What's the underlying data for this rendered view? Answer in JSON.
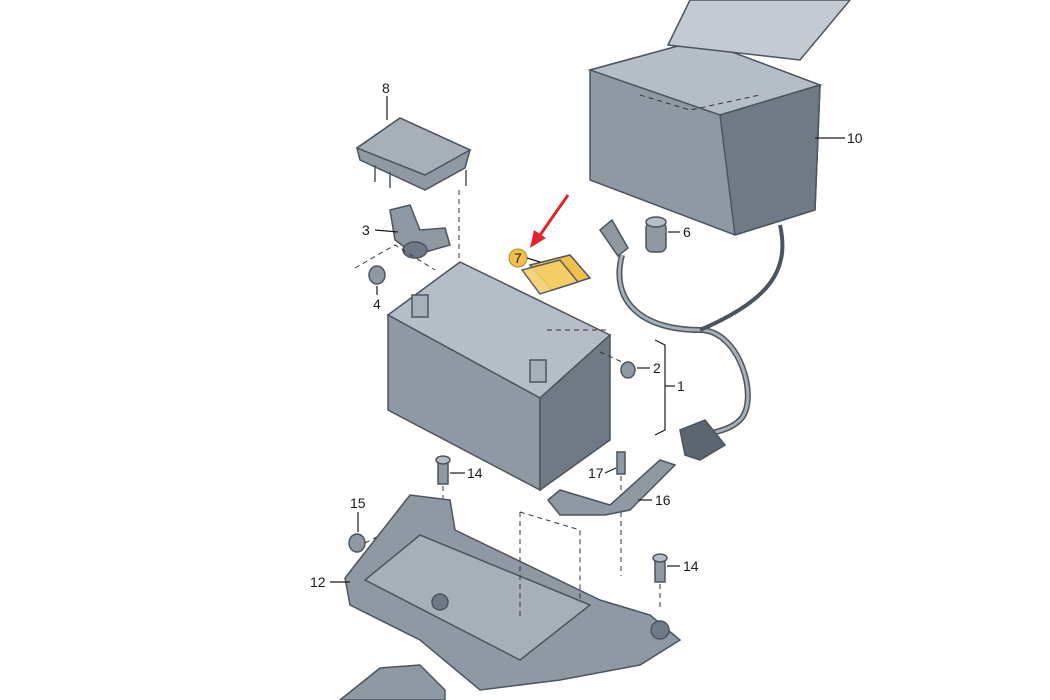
{
  "callouts": {
    "c1": "1",
    "c2": "2",
    "c3": "3",
    "c4": "4",
    "c6": "6",
    "c7": "7",
    "c8": "8",
    "c10": "10",
    "c12": "12",
    "c14a": "14",
    "c14b": "14",
    "c15": "15",
    "c16": "16",
    "c17": "17"
  },
  "colors": {
    "part_fill": "#8e99a4",
    "part_dark": "#6f7a85",
    "part_light": "#b5bec7",
    "highlight": "#f2c04a",
    "arrow": "#e0262b"
  }
}
